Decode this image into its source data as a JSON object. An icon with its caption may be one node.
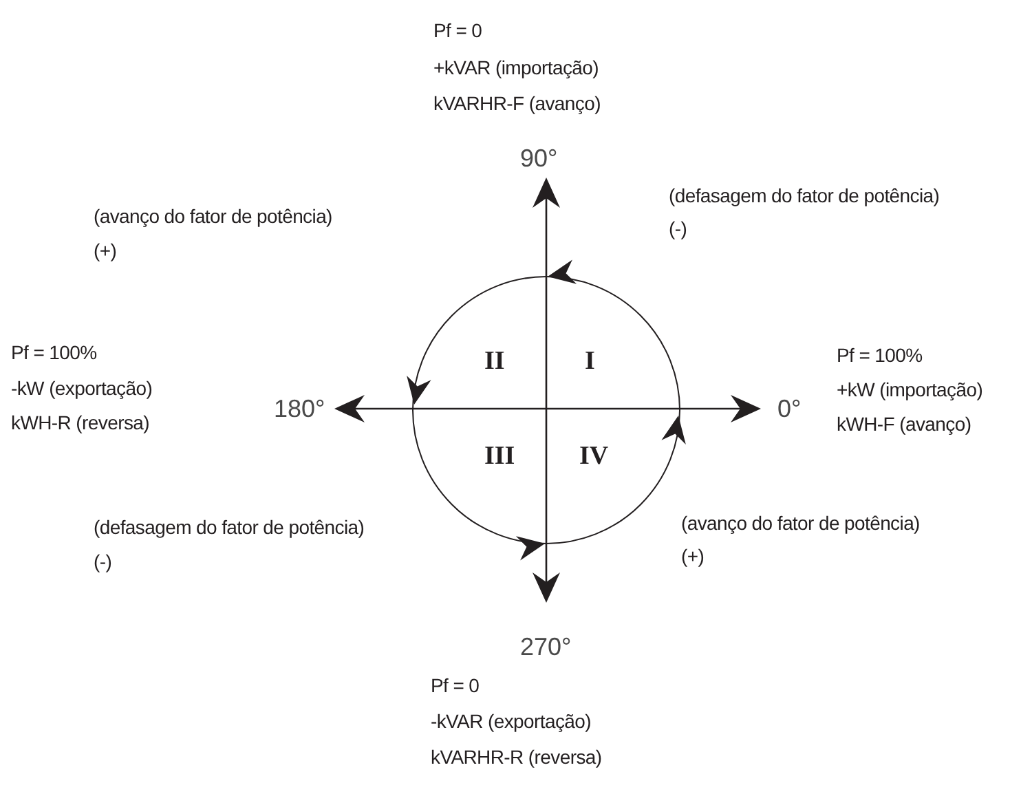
{
  "diagram": {
    "labels": [
      "Pf = 0",
      "+kVAR (importação)",
      "kVARHR-F (avanço)",
      "90°",
      "(avanço do fator de potência)",
      "(+)",
      "(defasagem do fator de potência)",
      "(-)",
      "Pf = 100%",
      "-kW (exportação)",
      "kWH-R (reversa)",
      "180°",
      "II",
      "I",
      "0°",
      "Pf = 100%",
      "+kW (importação)",
      "kWH-F (avanço)",
      "III",
      "IV",
      "(defasagem do fator de potência)",
      "(-)",
      "(avanço do fator de potência)",
      "(+)",
      "270°",
      "Pf = 0",
      "-kVAR (exportação)",
      "kVARHR-R (reversa)"
    ]
  }
}
